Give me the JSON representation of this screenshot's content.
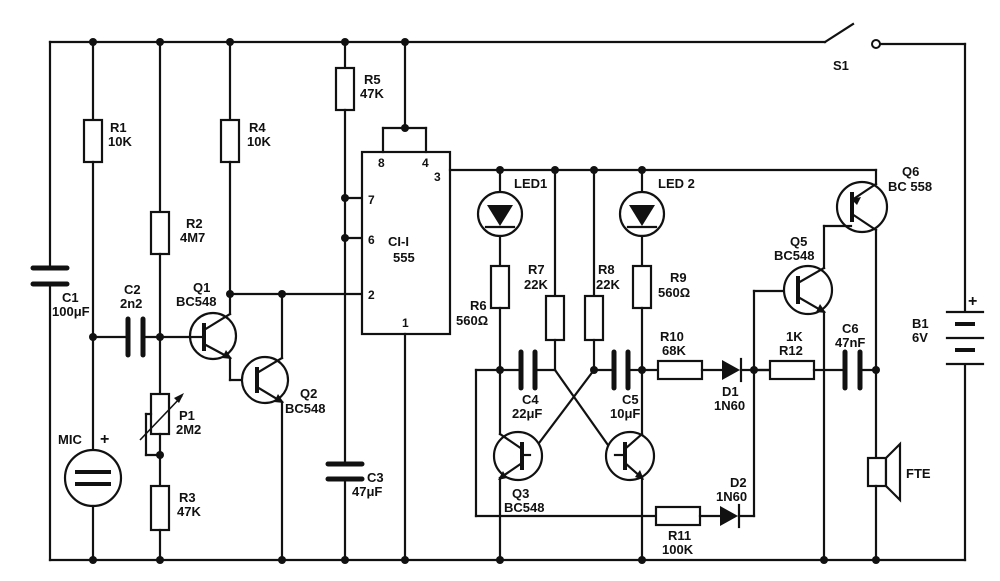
{
  "switch": {
    "name": "S1"
  },
  "resistors": {
    "R1": {
      "name": "R1",
      "value": "10K"
    },
    "R2": {
      "name": "R2",
      "value": "4M7"
    },
    "R3": {
      "name": "R3",
      "value": "47K"
    },
    "R4": {
      "name": "R4",
      "value": "10K"
    },
    "R5": {
      "name": "R5",
      "value": "47K"
    },
    "R6": {
      "name": "R6",
      "value": "560Ω"
    },
    "R7": {
      "name": "R7",
      "value": "22K"
    },
    "R8": {
      "name": "R8",
      "value": "22K"
    },
    "R9": {
      "name": "R9",
      "value": "560Ω"
    },
    "R10": {
      "name": "R10",
      "value": "68K"
    },
    "R11": {
      "name": "R11",
      "value": "100K"
    },
    "R12": {
      "name": "R12",
      "value": "1K"
    }
  },
  "pot": {
    "name": "P1",
    "value": "2M2"
  },
  "capacitors": {
    "C1": {
      "name": "C1",
      "value": "100μF"
    },
    "C2": {
      "name": "C2",
      "value": "2n2"
    },
    "C3": {
      "name": "C3",
      "value": "47μF"
    },
    "C4": {
      "name": "C4",
      "value": "22μF"
    },
    "C5": {
      "name": "C5",
      "value": "10μF"
    },
    "C6": {
      "name": "C6",
      "value": "47nF"
    }
  },
  "transistors": {
    "Q1": {
      "name": "Q1",
      "type": "BC548"
    },
    "Q2": {
      "name": "Q2",
      "type": "BC548"
    },
    "Q3": {
      "name": "Q3",
      "type": "BC548"
    },
    "Q5": {
      "name": "Q5",
      "type": "BC548"
    },
    "Q6": {
      "name": "Q6",
      "type": "BC 558"
    }
  },
  "diodes": {
    "D1": {
      "name": "D1",
      "type": "1N60"
    },
    "D2": {
      "name": "D2",
      "type": "1N60"
    }
  },
  "leds": {
    "LED1": "LED1",
    "LED2": "LED 2"
  },
  "ic": {
    "name": "CI-I",
    "type": "555",
    "pins": {
      "p8": "8",
      "p4": "4",
      "p3": "3",
      "p7": "7",
      "p6": "6",
      "p2": "2",
      "p1": "1"
    }
  },
  "battery": {
    "name": "B1",
    "value": "6V",
    "plus": "+"
  },
  "mic": {
    "name": "MIC",
    "plus": "+"
  },
  "speaker": {
    "name": "FTE"
  }
}
